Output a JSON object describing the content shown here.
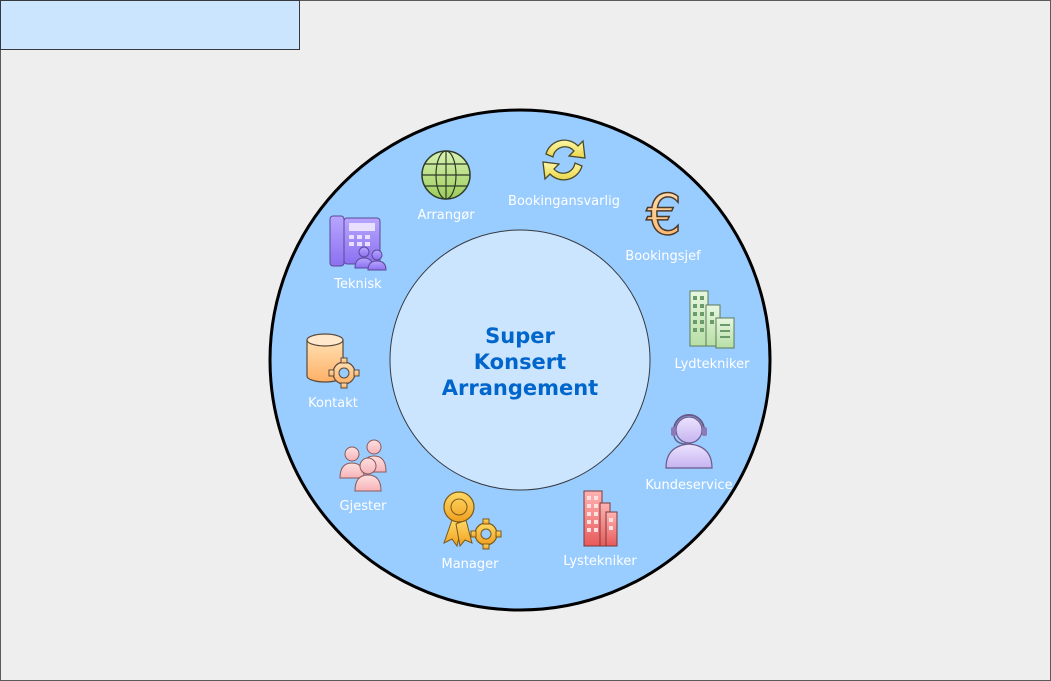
{
  "center": {
    "lines": [
      "Super",
      "Konsert",
      "Arrangement"
    ]
  },
  "nodes": [
    {
      "label": "Arrangør",
      "icon": "globe-icon"
    },
    {
      "label": "Bookingansvarlig",
      "icon": "refresh-cycle-icon"
    },
    {
      "label": "Bookingsjef",
      "icon": "euro-icon"
    },
    {
      "label": "Lydtekniker",
      "icon": "office-buildings-icon"
    },
    {
      "label": "Kundeservice",
      "icon": "headset-support-icon"
    },
    {
      "label": "Lystekniker",
      "icon": "red-building-icon"
    },
    {
      "label": "Manager",
      "icon": "award-gear-icon"
    },
    {
      "label": "Gjester",
      "icon": "people-group-icon"
    },
    {
      "label": "Kontakt",
      "icon": "database-gear-icon"
    },
    {
      "label": "Teknisk",
      "icon": "phone-users-icon"
    }
  ],
  "colors": {
    "outer_ring": "#99ccff",
    "inner_circle": "#cce5ff",
    "center_text": "#0066cc",
    "title_box": "#cce5ff",
    "background": "#eeeeee"
  }
}
